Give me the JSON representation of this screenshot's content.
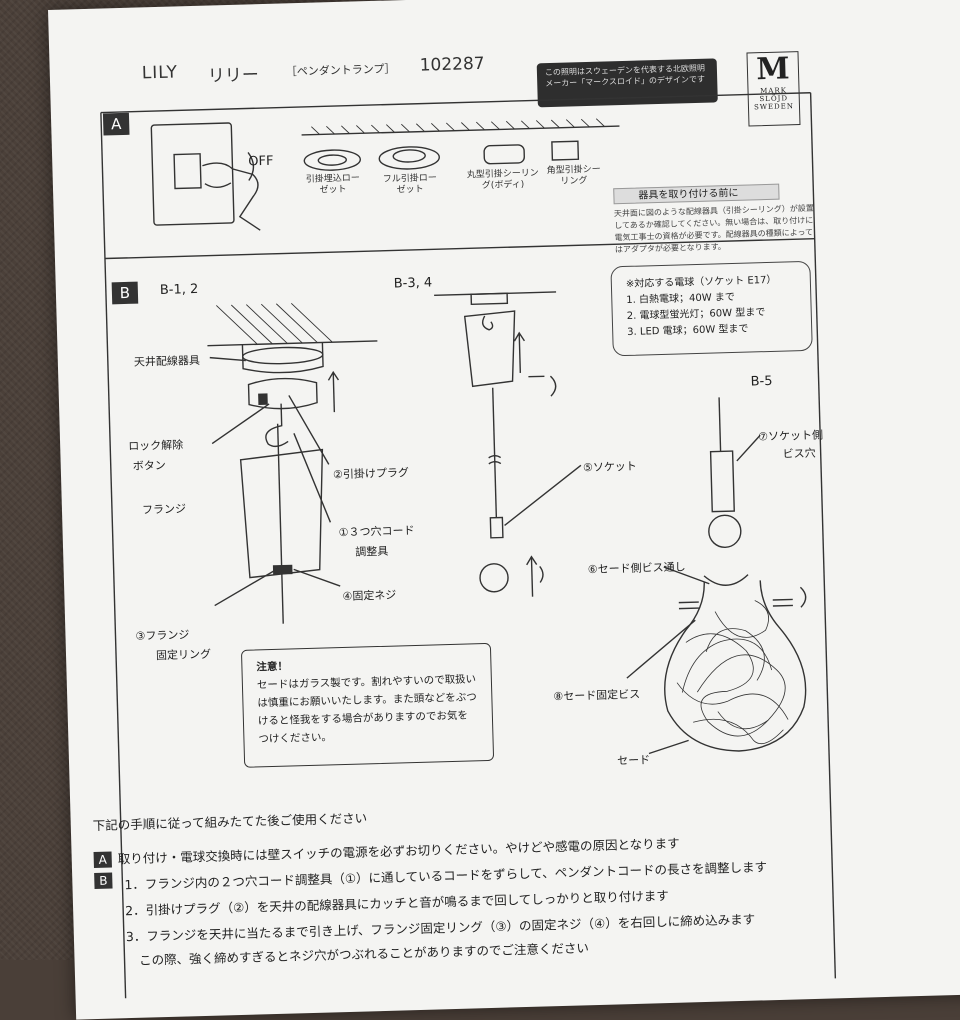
{
  "header": {
    "title": "LILY",
    "title_kana": "リリー",
    "subtitle": "［ペンダントランプ］",
    "code": "102287",
    "tagline": "この照明はスウェーデンを代表する北欧照明メーカー「マークスロイド」のデザインです"
  },
  "logo": {
    "letter": "M",
    "line1": "MARK",
    "line2": "SLÖJD",
    "line3": "SWEDEN"
  },
  "section_a": {
    "badge": "A",
    "off_label": "OFF",
    "ceiling_types": [
      "引掛埋込ローゼット",
      "フル引掛ローゼット",
      "丸型引掛シーリング(ボディ)",
      "角型引掛シーリング"
    ]
  },
  "note": {
    "title": "器具を取り付ける前に",
    "body": "天井面に図のような配線器具（引掛シーリング）が設置してあるか確認してください。無い場合は、取り付けに電気工事士の資格が必要です。配線器具の種類によってはアダプタが必要となります。"
  },
  "bulb": {
    "title": "※対応する電球（ソケット E17）",
    "items": [
      "1. 白熱電球；40W まで",
      "2. 電球型蛍光灯；60W 型まで",
      "3. LED 電球；60W 型まで"
    ]
  },
  "section_b": {
    "badge": "B",
    "fig1": "B-1, 2",
    "fig2": "B-3, 4",
    "fig3": "B-5",
    "labels": {
      "ceiling_fixture": "天井配線器具",
      "lock_release_1": "ロック解除",
      "lock_release_2": "ボタン",
      "flange": "フランジ",
      "flange_ring_1": "③フランジ",
      "flange_ring_2": "固定リング",
      "hook_plug": "②引掛けプラグ",
      "cord_adjust_1": "①３つ穴コード",
      "cord_adjust_2": "調整具",
      "fix_screw": "④固定ネジ",
      "socket": "⑤ソケット",
      "socket_hole_1": "⑦ソケット側",
      "socket_hole_2": "ビス穴",
      "shade_hole": "⑥セード側ビス通し",
      "shade_screw": "⑧セード固定ビス",
      "shade": "セード"
    }
  },
  "caution": {
    "title": "注意！",
    "body": "セードはガラス製です。割れやすいので取扱いは慎重にお願いいたします。また頭などをぶつけると怪我をする場合がありますのでお気をつけください。"
  },
  "instructions": {
    "intro": "下記の手順に従って組みたてた後ご使用ください",
    "a_badge": "A",
    "a_text": "取り付け・電球交換時には壁スイッチの電源を必ずお切りください。やけどや感電の原因となります",
    "b_badge": "B",
    "steps": [
      "1．フランジ内の２つ穴コード調整具（①）に通しているコードをずらして、ペンダントコードの長さを調整します",
      "2．引掛けプラグ（②）を天井の配線器具にカッチと音が鳴るまで回してしっかりと取り付けます",
      "3．フランジを天井に当たるまで引き上げ、フランジ固定リング（③）の固定ネジ（④）を右回しに締め込みます",
      "　この際、強く締めすぎるとネジ穴がつぶれることがありますのでご注意ください"
    ]
  }
}
